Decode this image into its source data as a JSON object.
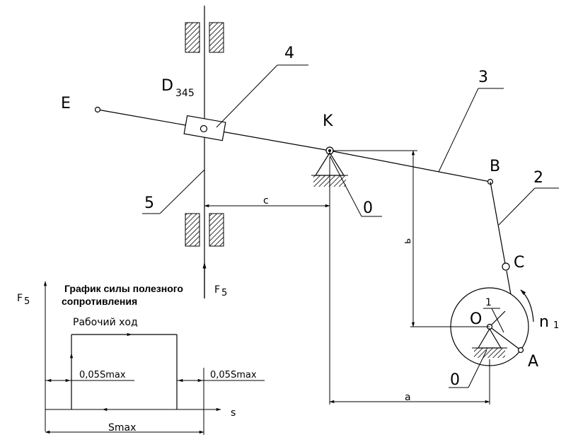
{
  "labels": {
    "E": "E",
    "D345": "D",
    "D345_sub": "345",
    "n4": "4",
    "n3": "3",
    "K": "K",
    "B": "B",
    "n2": "2",
    "n5": "5",
    "c": "c",
    "zero_k": "0",
    "b_dim": "ь",
    "C": "C",
    "n1": "1",
    "O_center": "O",
    "n_rot": "n",
    "n_rot_sub": "1",
    "A": "A",
    "zero_o": "0",
    "a": "a",
    "F5_bottom": "F",
    "F5_bottom_sub": "5"
  },
  "graph": {
    "title_line1": "График силы полезного",
    "title_line2": "сопротивления",
    "axis_y": "F",
    "axis_y_sub": "5",
    "axis_x": "s",
    "work_stroke": "Рабочий ход",
    "left_gap": "0,05Smax",
    "right_gap": "0,05Smax",
    "smax": "Smax"
  }
}
